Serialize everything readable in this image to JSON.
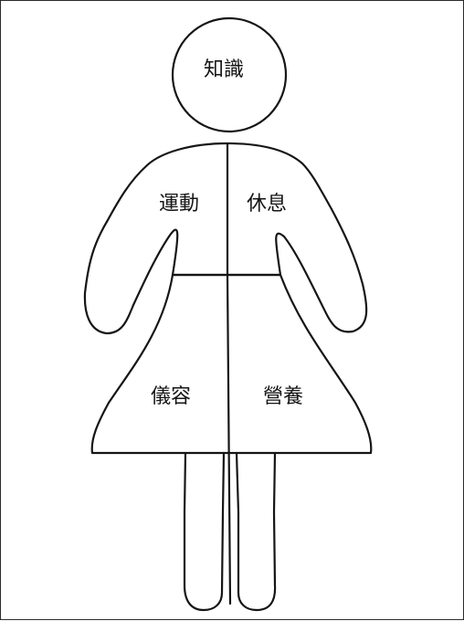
{
  "diagram": {
    "head_label": "知識",
    "upper_left_label": "運動",
    "upper_right_label": "休息",
    "lower_left_label": "儀容",
    "lower_right_label": "營養"
  },
  "colors": {
    "line": "#151515",
    "background": "#ffffff",
    "frame": "#2a2a2a"
  }
}
